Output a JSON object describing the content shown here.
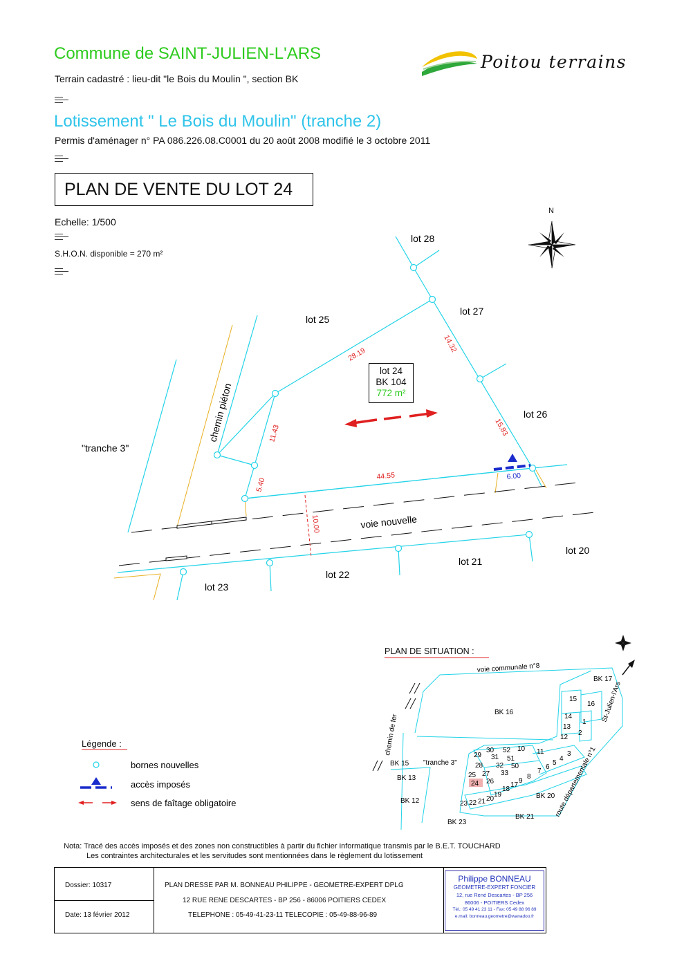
{
  "header": {
    "commune": "Commune de SAINT-JULIEN-L'ARS",
    "terrain": "Terrain cadastré : lieu-dit \"le Bois du Moulin \", section BK",
    "lotissement": "Lotissement \" Le Bois du Moulin\"  (tranche 2)",
    "permis": "Permis d'aménager n° PA 086.226.08.C0001 du 20 août 2008 modifié le 3 octobre 2011"
  },
  "logo": {
    "text": "Poitou terrains",
    "colors": {
      "yellow": "#f2c200",
      "green": "#2ea83a"
    }
  },
  "title": "PLAN DE VENTE DU LOT 24",
  "echelle": "Echelle: 1/500",
  "shon": "S.H.O.N. disponible = 270 m²",
  "north": "N",
  "plan": {
    "lot24": {
      "name": "lot 24",
      "ref": "BK 104",
      "area": "772 m²"
    },
    "lots": {
      "l28": "lot 28",
      "l27": "lot 27",
      "l25": "lot 25",
      "l26": "lot 26",
      "l23": "lot 23",
      "l22": "lot 22",
      "l21": "lot 21",
      "l20": "lot 20"
    },
    "tranche3": "\"tranche 3\"",
    "chemin": "chemin piéton",
    "voie": "voie nouvelle",
    "dims": {
      "d2819": "28.19",
      "d1432": "14.32",
      "d1143": "11.43",
      "d1583": "15.83",
      "d540": "5.40",
      "d4455": "44.55",
      "d600": "6.00",
      "d1000": "10.00"
    },
    "colors": {
      "line": "#22d3e8",
      "dim": "#e02020",
      "access": "#1a2ccc",
      "yellow": "#e8b020"
    }
  },
  "situation": {
    "title": "PLAN DE SITUATION :",
    "voie_communale": "voie communale n°8",
    "route": "route départementale n°1",
    "st_julien": "St-Julien-l'Ars",
    "chemin_fer": "chemin de fer",
    "tranche3": "\"tranche 3\"",
    "parcels": [
      "BK 17",
      "15",
      "16",
      "BK 16",
      "14",
      "1",
      "13",
      "2",
      "12",
      "11",
      "3",
      "4",
      "5",
      "6",
      "7",
      "10",
      "52",
      "30",
      "29",
      "31",
      "51",
      "28",
      "32",
      "50",
      "27",
      "33",
      "25",
      "26",
      "24",
      "8",
      "9",
      "17",
      "18",
      "19",
      "20",
      "21",
      "22",
      "23",
      "BK 15",
      "BK 13",
      "BK 12",
      "BK 23",
      "BK 21",
      "BK 20"
    ],
    "lot_highlight": "24"
  },
  "legende": {
    "title": "Légende :",
    "bornes": "bornes nouvelles",
    "acces": "accès imposés",
    "faitage": "sens de faîtage obligatoire"
  },
  "nota": {
    "line1": "Nota: Tracé des accès imposés et des zones non constructibles à partir du fichier informatique transmis par le B.E.T. TOUCHARD",
    "line2": "Les contraintes architecturales et les servitudes sont mentionnées dans le règlement du lotissement"
  },
  "cartouche": {
    "dossier": "Dossier: 10317",
    "date": "Date: 13 février 2012",
    "plan_dresse": "PLAN DRESSE PAR M. BONNEAU PHILIPPE - GEOMETRE-EXPERT DPLG",
    "adresse": "12 RUE RENE DESCARTES - BP 256 - 86006 POITIERS CEDEX",
    "telephone": "TELEPHONE : 05-49-41-23-11  TELECOPIE : 05-49-88-96-89",
    "stamp": {
      "name": "Philippe BONNEAU",
      "title": "GEOMETRE-EXPERT FONCIER",
      "addr1": "12, rue René Descartes - BP 256",
      "addr2": "86006 - POITIERS Cedex",
      "tel": "Tél.: 05 49 41 23 11 - Fax: 05 49 88 96 89",
      "email": "e.mail: bonneau.geometre@wanadoo.fr"
    }
  }
}
